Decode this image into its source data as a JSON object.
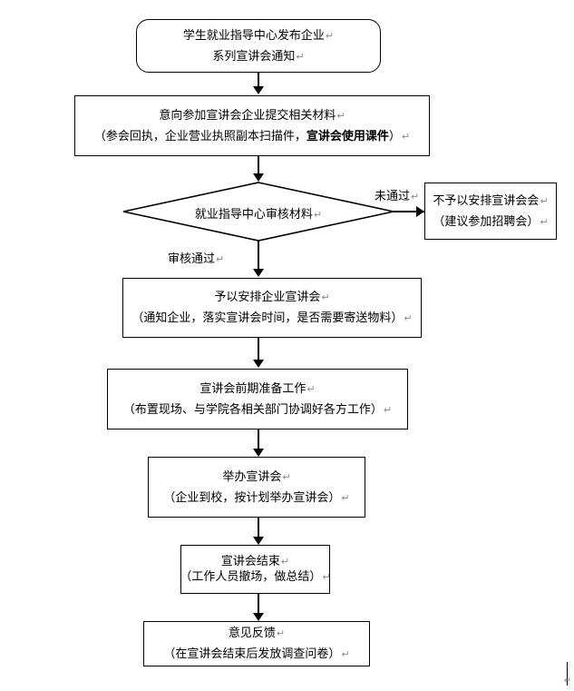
{
  "document": {
    "title": "企业宣讲会流程图",
    "page_background": "#ffffff",
    "line_color": "#000000",
    "return_mark": "↵"
  },
  "flowchart": {
    "nodes": [
      {
        "id": "publish-notice",
        "shape": "rounded-rectangle",
        "lines": [
          {
            "text": "学生就业指导中心发布企业",
            "bold": false
          },
          {
            "text": "系列宣讲会通知",
            "bold": false
          }
        ]
      },
      {
        "id": "submit-materials",
        "shape": "rectangle",
        "lines": [
          {
            "text": "意向参加宣讲会企业提交相关材料",
            "bold": false
          },
          {
            "text_prefix": "（参会回执，企业营业执照副本扫描件，",
            "text_bold": "宣讲会使用课件",
            "text_suffix": "）",
            "bold": false
          }
        ]
      },
      {
        "id": "review-decision",
        "shape": "diamond",
        "lines": [
          {
            "text": "就业指导中心审核材料",
            "bold": false
          }
        ]
      },
      {
        "id": "rejected",
        "shape": "rectangle",
        "lines": [
          {
            "text": "不予以安排宣讲会会",
            "bold": false
          },
          {
            "text": "（建议参加招聘会）",
            "bold": false
          }
        ]
      },
      {
        "id": "approved-arrange",
        "shape": "rectangle",
        "lines": [
          {
            "text": "予以安排企业宣讲会",
            "bold": false
          },
          {
            "text": "（通知企业，落实宣讲会时间，是否需要寄送物料）",
            "bold": false
          }
        ]
      },
      {
        "id": "preparation",
        "shape": "rectangle",
        "lines": [
          {
            "text": "宣讲会前期准备工作",
            "bold": false
          },
          {
            "text": "（布置现场、与学院各相关部门协调好各方工作）",
            "bold": false
          }
        ]
      },
      {
        "id": "hold-session",
        "shape": "rectangle",
        "lines": [
          {
            "text": "举办宣讲会",
            "bold": false
          },
          {
            "text": "（企业到校，按计划举办宣讲会）",
            "bold": false
          }
        ]
      },
      {
        "id": "session-end",
        "shape": "rectangle",
        "lines": [
          {
            "text": "宣讲会结束",
            "bold": false
          },
          {
            "text": "（工作人员撤场，做总结）",
            "bold": false
          }
        ]
      },
      {
        "id": "feedback",
        "shape": "rectangle",
        "lines": [
          {
            "text": "意见反馈",
            "bold": false
          },
          {
            "text": "（在宣讲会结束后发放调查问卷）",
            "bold": false
          }
        ]
      }
    ],
    "edge_labels": {
      "not_passed": "未通过",
      "passed": "审核通过"
    }
  },
  "nodes_text": {
    "n0_l1": "学生就业指导中心发布企业",
    "n0_l2": "系列宣讲会通知",
    "n1_l1": "意向参加宣讲会企业提交相关材料",
    "n1_l2a": "（参会回执，企业营业执照副本扫描件，",
    "n1_l2b": "宣讲会使用课件",
    "n1_l2c": "）",
    "n2_l1": "就业指导中心审核材料",
    "n3_l1": "不予以安排宣讲会会",
    "n3_l2": "（建议参加招聘会）",
    "n4_l1": "予以安排企业宣讲会",
    "n4_l2": "（通知企业，落实宣讲会时间，是否需要寄送物料）",
    "n5_l1": "宣讲会前期准备工作",
    "n5_l2": "（布置现场、与学院各相关部门协调好各方工作）",
    "n6_l1": "举办宣讲会",
    "n6_l2": "（企业到校，按计划举办宣讲会）",
    "n7_l1": "宣讲会结束",
    "n7_l2": "（工作人员撤场，做总结）",
    "n8_l1": "意见反馈",
    "n8_l2": "（在宣讲会结束后发放调查问卷）",
    "label_not_passed": "未通过",
    "label_passed": "审核通过",
    "ret": "↵"
  }
}
